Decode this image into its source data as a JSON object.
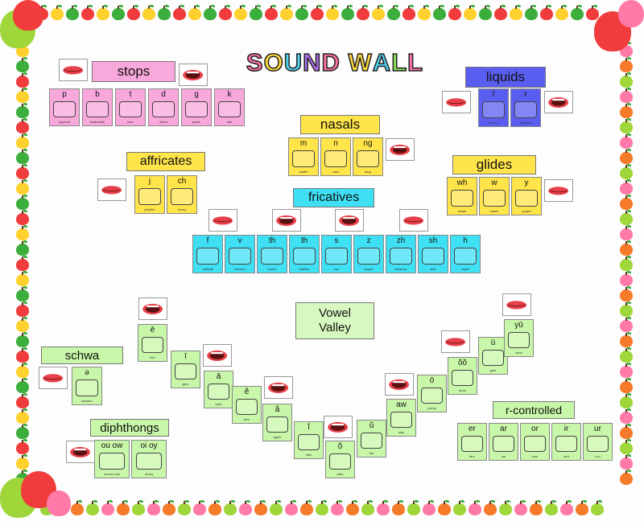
{
  "title": {
    "text": "SOUND WALL",
    "letters": [
      {
        "ch": "S",
        "color": "#ff6fa8"
      },
      {
        "ch": "O",
        "color": "#ffd93b"
      },
      {
        "ch": "U",
        "color": "#4fd4f0"
      },
      {
        "ch": "N",
        "color": "#b06cf0"
      },
      {
        "ch": "D",
        "color": "#ff6fa8"
      },
      {
        "ch": " ",
        "color": "#ffffff"
      },
      {
        "ch": "W",
        "color": "#ffd93b"
      },
      {
        "ch": "A",
        "color": "#4fd4f0"
      },
      {
        "ch": "L",
        "color": "#8ae05a"
      },
      {
        "ch": "L",
        "color": "#ff6fa8"
      }
    ]
  },
  "colors": {
    "stops": "#f9a8dc",
    "nasals": "#ffe44a",
    "affricates": "#ffe44a",
    "glides": "#ffe44a",
    "liquids": "#5a5ef0",
    "fricatives": "#3fe0f4",
    "vowels": "#c9f7a9",
    "vowel_label": "#d7f9c0"
  },
  "labels": {
    "stops": "stops",
    "liquids": "liquids",
    "nasals": "nasals",
    "affricates": "affricates",
    "glides": "glides",
    "fricatives": "fricatives",
    "vowel_valley": [
      "Vowel",
      "Valley"
    ],
    "schwa": "schwa",
    "diphthongs": "diphthongs",
    "r_controlled": "r-controlled"
  },
  "cards": {
    "stops": [
      {
        "l": "p",
        "w": "popcorn"
      },
      {
        "l": "b",
        "w": "basketball"
      },
      {
        "l": "t",
        "w": "taco"
      },
      {
        "l": "d",
        "w": "donut"
      },
      {
        "l": "g",
        "w": "guitar"
      },
      {
        "l": "k",
        "w": "kite"
      }
    ],
    "liquids": [
      {
        "l": "l",
        "w": "lemon"
      },
      {
        "l": "r",
        "w": "rainbow"
      }
    ],
    "nasals": [
      {
        "l": "m",
        "w": "muffin"
      },
      {
        "l": "n",
        "w": "nest"
      },
      {
        "l": "ng",
        "w": "king"
      }
    ],
    "affricates": [
      {
        "l": "j",
        "w": "jellyfish"
      },
      {
        "l": "ch",
        "w": "cherry"
      }
    ],
    "glides": [
      {
        "l": "wh",
        "w": "whale"
      },
      {
        "l": "w",
        "w": "watch"
      },
      {
        "l": "y",
        "w": "yogurt"
      }
    ],
    "fricatives": [
      {
        "l": "f",
        "w": "football"
      },
      {
        "l": "v",
        "w": "volcano"
      },
      {
        "l": "th",
        "w": "thumb"
      },
      {
        "l": "th",
        "w": "feather"
      },
      {
        "l": "s",
        "w": "sun"
      },
      {
        "l": "z",
        "w": "zipper"
      },
      {
        "l": "zh",
        "w": "treasure"
      },
      {
        "l": "sh",
        "w": "shirt"
      },
      {
        "l": "h",
        "w": "heart"
      }
    ],
    "vowels_left": [
      {
        "l": "ē",
        "w": "bee"
      },
      {
        "l": "ī",
        "w": "igloo"
      },
      {
        "l": "ā",
        "w": "cake"
      },
      {
        "l": "ĕ",
        "w": "bed"
      },
      {
        "l": "ă",
        "w": "apple"
      },
      {
        "l": "ĭ",
        "w": "bike"
      },
      {
        "l": "ŏ",
        "w": "olive"
      },
      {
        "l": "ŭ",
        "w": "tub"
      }
    ],
    "vowels_right": [
      {
        "l": "aw",
        "w": "saw"
      },
      {
        "l": "ō",
        "w": "ocean"
      },
      {
        "l": "ŏŏ",
        "w": "book"
      },
      {
        "l": "ū",
        "w": "glue"
      },
      {
        "l": "yū",
        "w": "cube"
      }
    ],
    "schwa": [
      {
        "l": "ə",
        "w": "banana"
      }
    ],
    "diphthongs": [
      {
        "l": "ou ow",
        "w": "mouse  cow"
      },
      {
        "l": "oi oy",
        "w": "oil   toy"
      }
    ],
    "r_controlled": [
      {
        "l": "er",
        "w": "fern"
      },
      {
        "l": "ar",
        "w": "car"
      },
      {
        "l": "or",
        "w": "corn"
      },
      {
        "l": "ir",
        "w": "bird"
      },
      {
        "l": "ur",
        "w": "curl"
      }
    ]
  }
}
